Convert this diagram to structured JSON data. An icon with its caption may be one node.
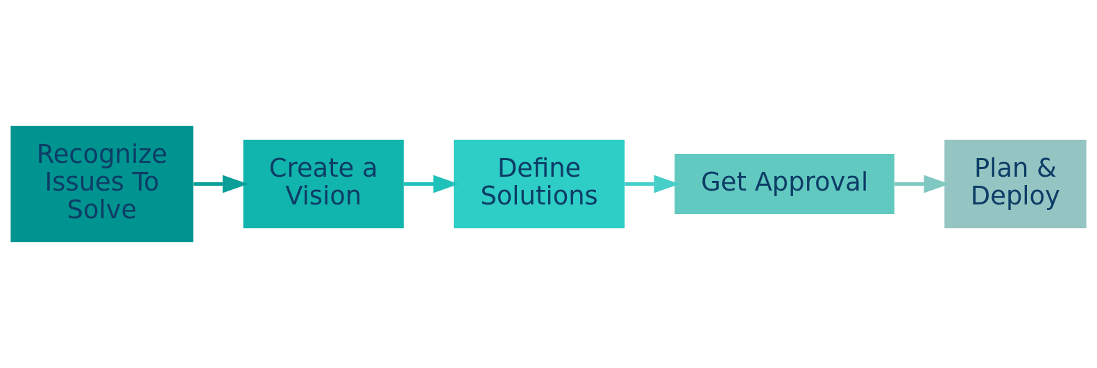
{
  "diagram": {
    "nodes": [
      {
        "text": [
          "Recognize Issues To Solve"
        ]
      },
      {
        "text": [
          "Create a Vision"
        ]
      },
      {
        "text": [
          "Define Solutions"
        ]
      },
      {
        "text": [
          "Get Approval"
        ]
      },
      {
        "text": [
          "Plan & Deploy"
        ]
      }
    ],
    "edges": [
      {
        "from": 0,
        "to": 1,
        "arrow": "to",
        "color": "#0a9e98"
      },
      {
        "from": 1,
        "to": 2,
        "arrow": "to",
        "color": "#1fc2ba"
      },
      {
        "from": 2,
        "to": 3,
        "arrow": "to",
        "color": "#45cfc8"
      },
      {
        "from": 3,
        "to": 4,
        "arrow": "to",
        "color": "#82c8c2"
      }
    ]
  }
}
